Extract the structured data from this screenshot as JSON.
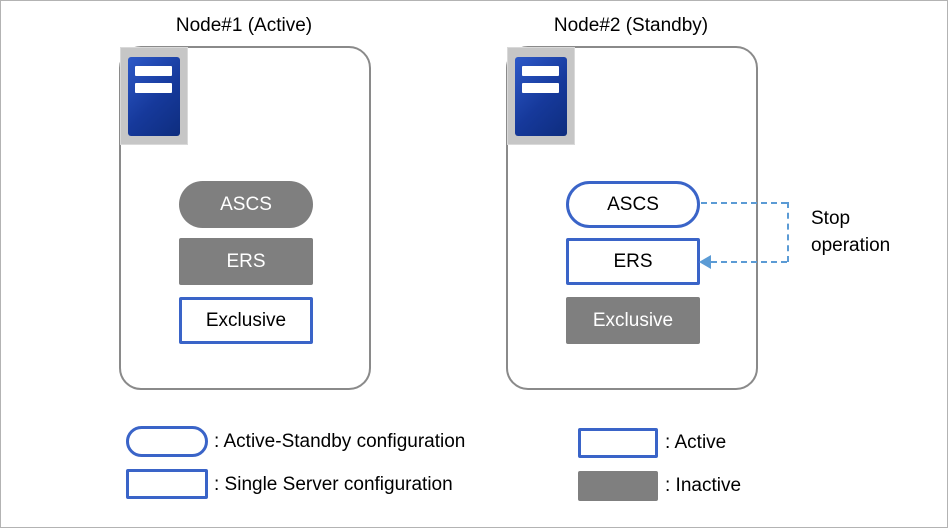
{
  "nodes": [
    {
      "title": "Node#1 (Active)",
      "items": [
        {
          "label": "ASCS",
          "shape": "pill",
          "state": "inactive"
        },
        {
          "label": "ERS",
          "shape": "rect",
          "state": "inactive"
        },
        {
          "label": "Exclusive",
          "shape": "rect",
          "state": "active"
        }
      ]
    },
    {
      "title": "Node#2 (Standby)",
      "items": [
        {
          "label": "ASCS",
          "shape": "pill",
          "state": "active"
        },
        {
          "label": "ERS",
          "shape": "rect",
          "state": "active"
        },
        {
          "label": "Exclusive",
          "shape": "rect",
          "state": "inactive"
        }
      ]
    }
  ],
  "annotation": {
    "stop_label": "Stop operation",
    "arrow_from": "ASCS (Node#2)",
    "arrow_to": "ERS (Node#2)"
  },
  "legend": {
    "active_standby": ": Active-Standby configuration",
    "single_server": ": Single Server configuration",
    "active": ": Active",
    "inactive": ": Inactive"
  },
  "colors": {
    "active_border": "#3a64c8",
    "inactive_fill": "#7f7f7f",
    "arrow": "#5b9bd5",
    "node_border": "#8a8a8a",
    "server_icon_blue": "#16399b",
    "server_icon_bg": "#c6c6c6"
  }
}
